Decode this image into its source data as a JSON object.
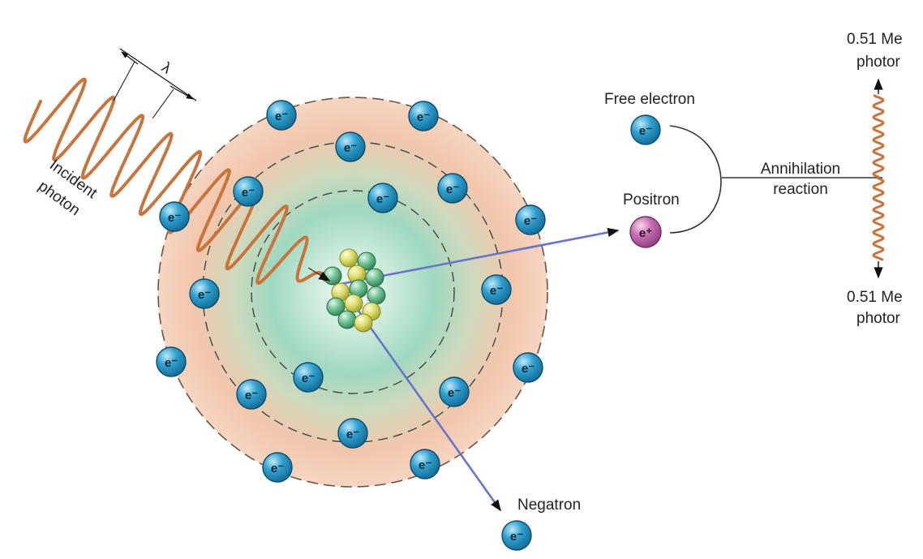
{
  "labels": {
    "lambda": "λ",
    "incident_line1": "Incident",
    "incident_line2": "photon",
    "free_electron": "Free electron",
    "positron": "Positron",
    "annihilation_line1": "Annihilation",
    "annihilation_line2": "reaction",
    "negatron": "Negatron",
    "photon_top_energy": "0.51 Me",
    "photon_top_word": "photor",
    "photon_bottom_energy": "0.51 Me",
    "photon_bottom_word": "photor"
  },
  "symbols": {
    "electron": "e⁻",
    "positron": "e⁺"
  },
  "colors": {
    "electron_fill": "#2f9fcf",
    "positron_fill": "#c76fb3",
    "photon_wave": "#c8743c",
    "track_line": "#6a74c9",
    "outer_shell": "#f2c6ab",
    "inner_glow": "#9fd8c0",
    "nucleon_green": "#6cc191",
    "nucleon_yellow": "#dcde6a"
  }
}
